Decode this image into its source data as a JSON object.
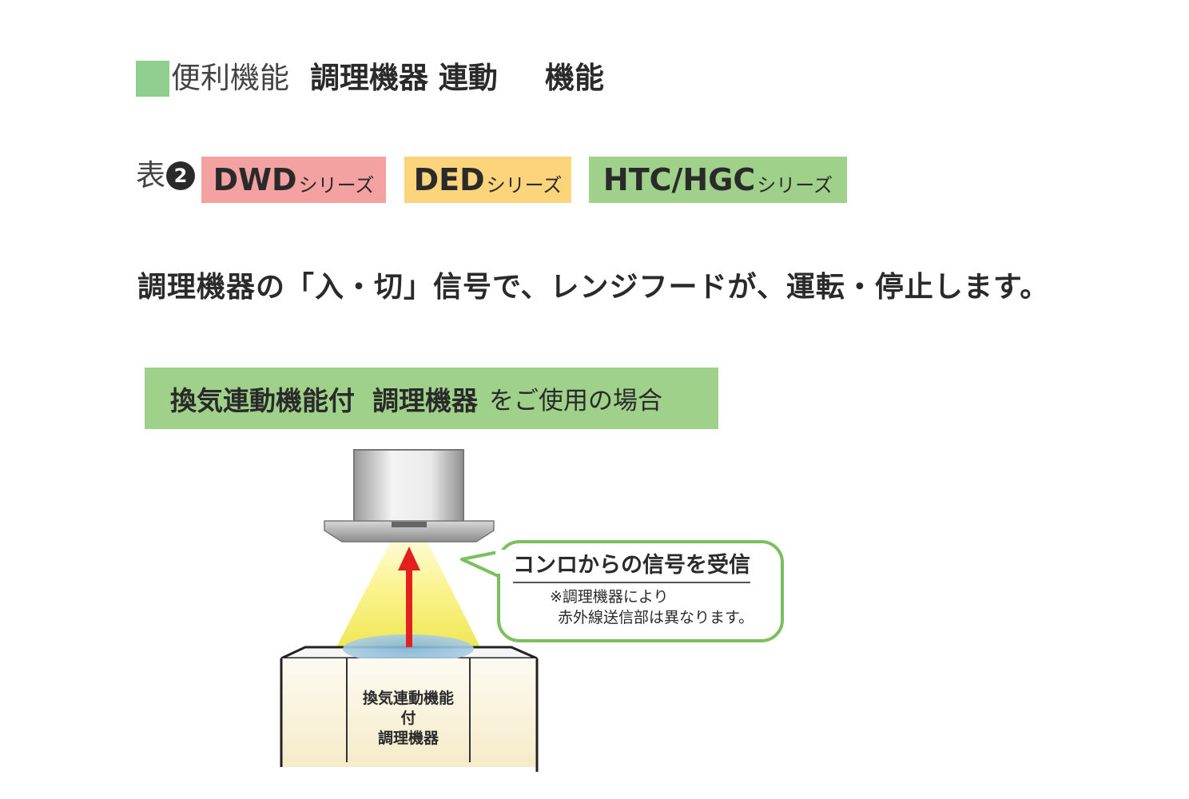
{
  "header": {
    "prefix": "便利機能",
    "title_part1": "調理機器 連動",
    "title_part2": "機能",
    "accent_color": "#8fce8f"
  },
  "table_ref": {
    "label": "表",
    "number": "2"
  },
  "series_badges": [
    {
      "name": "DWD",
      "suffix": "シリーズ",
      "color": "#f4a1a1"
    },
    {
      "name": "DED",
      "suffix": "シリーズ",
      "color": "#fbd47b"
    },
    {
      "name": "HTC/HGC",
      "suffix": "シリーズ",
      "color": "#9fd18a"
    }
  ],
  "description": "調理機器の「入・切」信号で、レンジフードが、運転・停止します。",
  "case_banner": {
    "strong1": "換気連動機能付",
    "strong2": "調理機器",
    "rest": "をご使用の場合"
  },
  "callout": {
    "title": "コンロからの信号を受信",
    "note_line1": "※調理機器により",
    "note_line2": "赤外線送信部は異なります。"
  },
  "stove_label": {
    "line1": "換気連動機能",
    "line2": "付",
    "line3": "調理機器"
  }
}
